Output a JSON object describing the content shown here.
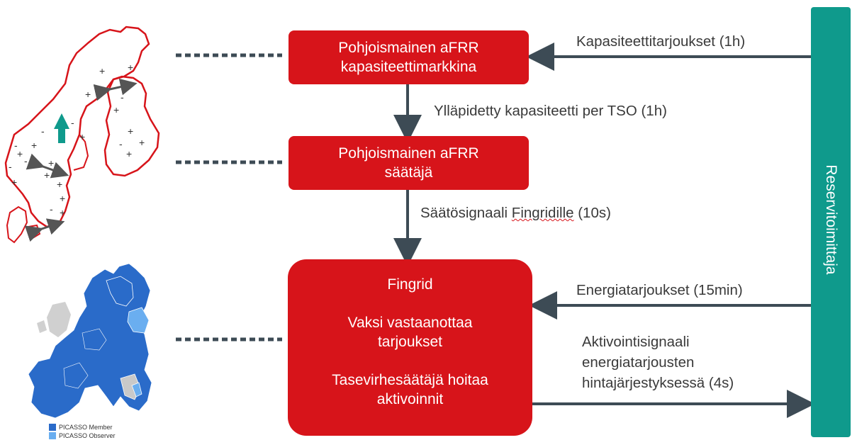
{
  "boxes": {
    "market": [
      "Pohjoismainen aFRR",
      "kapasiteettimarkkina"
    ],
    "regulator": [
      "Pohjoismainen aFRR",
      "säätäjä"
    ],
    "fingrid": {
      "title": "Fingrid",
      "line1": [
        "Vaksi vastaanottaa",
        "tarjoukset"
      ],
      "line2": [
        "Tasevirhesäätäjä hoitaa",
        "aktivoinnit"
      ]
    }
  },
  "labels": {
    "capacity_offers": "Kapasiteettitarjoukset (1h)",
    "maintained_capacity": "Ylläpidetty kapasiteetti per TSO (1h)",
    "control_signal_prefix": "Säätösignaali ",
    "control_signal_word": "Fingridille",
    "control_signal_suffix": " (10s)",
    "energy_offers": "Energiatarjoukset (15min)",
    "activation": [
      "Aktivointisignaali",
      "energiatarjousten",
      "hintajärjestyksessä (4s)"
    ]
  },
  "reserve_provider": "Reservitoimittaja",
  "legend": {
    "member": "PICASSO Member",
    "observer": "PICASSO Observer"
  },
  "colors": {
    "red": "#d7141a",
    "teal": "#0f9a8c",
    "arrow": "#3d4b55",
    "member": "#2a6bc9",
    "observer": "#6aaef0"
  }
}
